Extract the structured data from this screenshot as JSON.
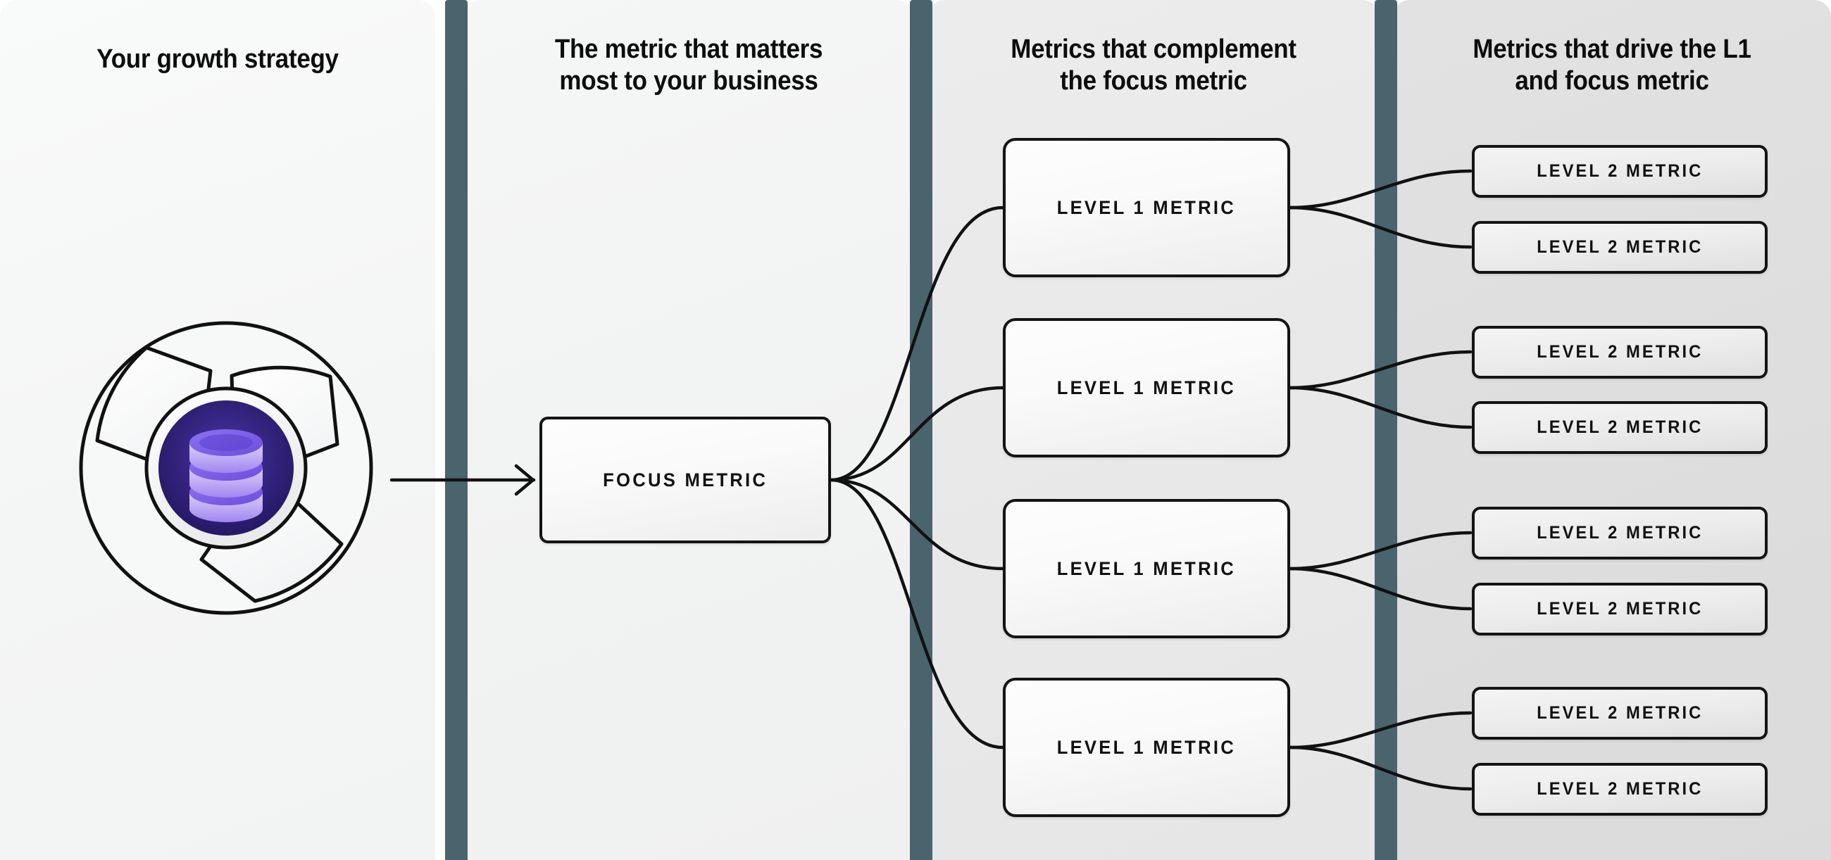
{
  "diagram": {
    "title": "Growth metric tree",
    "columns": [
      {
        "id": "col-strategy",
        "header": "Your growth strategy"
      },
      {
        "id": "col-focus",
        "header": "The metric that matters\nmost to your business"
      },
      {
        "id": "col-level1",
        "header": "Metrics that complement\nthe focus metric"
      },
      {
        "id": "col-level2",
        "header": "Metrics that drive the L1\nand focus metric"
      }
    ],
    "logo": {
      "name": "aperture-database-logo",
      "inner_icon": "database-icon",
      "blades": 3
    },
    "focus_node": {
      "label": "FOCUS METRIC"
    },
    "level1_nodes": [
      {
        "label": "LEVEL 1 METRIC"
      },
      {
        "label": "LEVEL 1 METRIC"
      },
      {
        "label": "LEVEL 1 METRIC"
      },
      {
        "label": "LEVEL 1 METRIC"
      }
    ],
    "level2_nodes": [
      {
        "label": "LEVEL 2 METRIC"
      },
      {
        "label": "LEVEL 2 METRIC"
      },
      {
        "label": "LEVEL 2 METRIC"
      },
      {
        "label": "LEVEL 2 METRIC"
      },
      {
        "label": "LEVEL 2 METRIC"
      },
      {
        "label": "LEVEL 2 METRIC"
      },
      {
        "label": "LEVEL 2 METRIC"
      },
      {
        "label": "LEVEL 2 METRIC"
      }
    ],
    "colors": {
      "divider": "#4a646e",
      "panel_1": "#f6f7f7",
      "panel_2": "#f1f2f2",
      "panel_3": "#e8e8e8",
      "panel_4": "#dddddd",
      "node_border": "#141414",
      "logo_core_dark": "#2a1b66",
      "logo_core_mid": "#3d2a8f",
      "database_light": "#c9bbf7",
      "database_mid": "#7c5ce8",
      "text": "#0d0d0d"
    }
  }
}
